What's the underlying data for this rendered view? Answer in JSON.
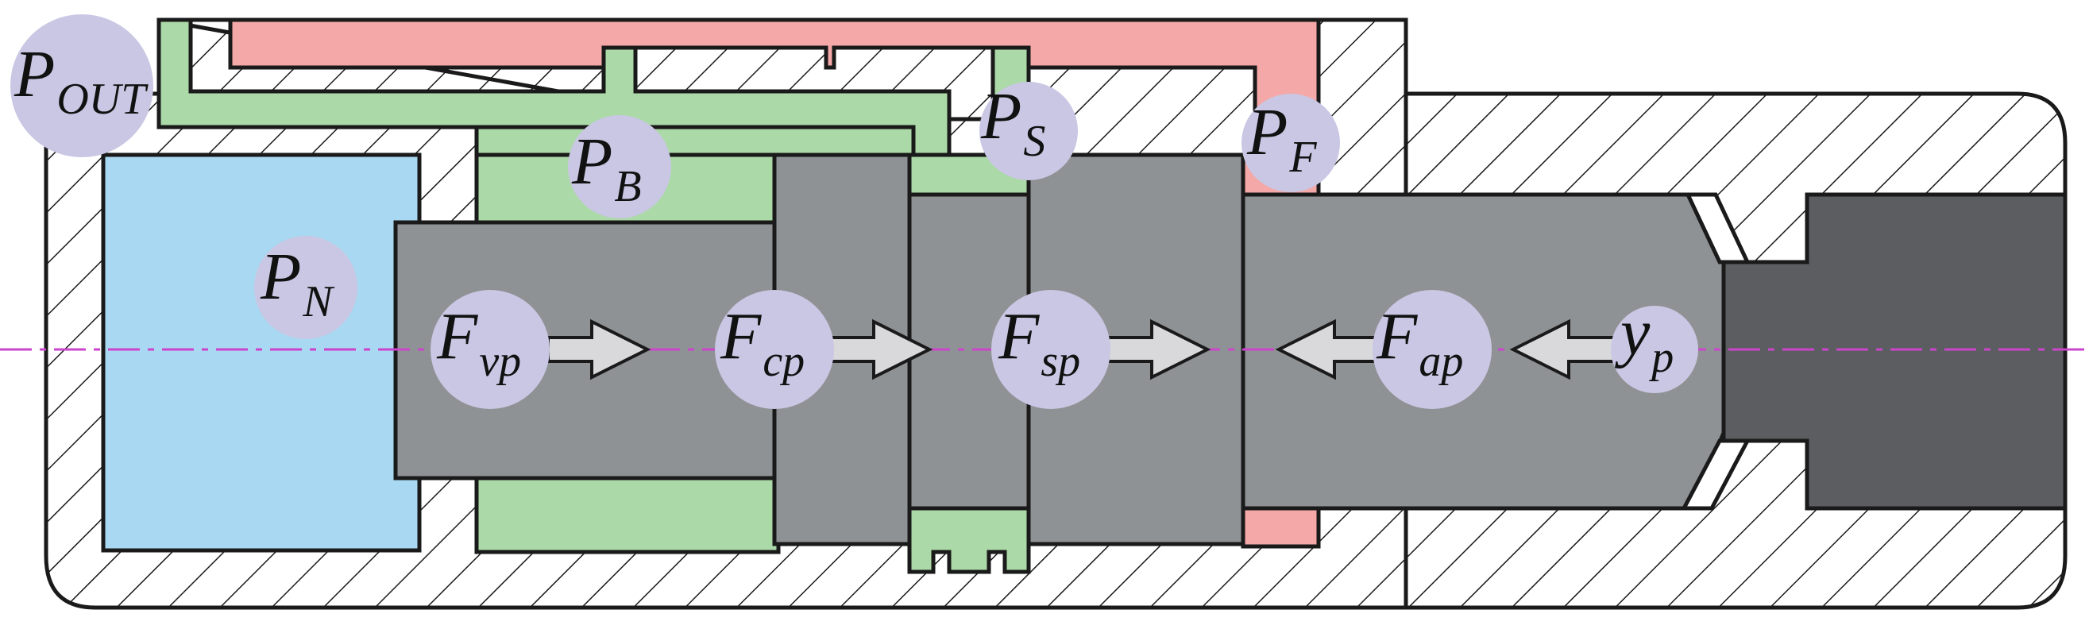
{
  "labels": {
    "p_out": {
      "main": "P",
      "sub": "OUT"
    },
    "p_b": {
      "main": "P",
      "sub": "B"
    },
    "p_s": {
      "main": "P",
      "sub": "S"
    },
    "p_f": {
      "main": "P",
      "sub": "F"
    },
    "p_n": {
      "main": "P",
      "sub": "N"
    },
    "f_vp": {
      "main": "F",
      "sub": "vp"
    },
    "f_cp": {
      "main": "F",
      "sub": "cp"
    },
    "f_sp": {
      "main": "F",
      "sub": "sp"
    },
    "f_ap": {
      "main": "F",
      "sub": "ap"
    },
    "y_p": {
      "main": "y",
      "sub": "p"
    }
  },
  "colors": {
    "housing_hatch": "#1a1a1a",
    "cavity_blue": "#a9d8f2",
    "channel_green": "#acd9a8",
    "channel_pink": "#f4a8a8",
    "spool_gray": "#8f9295",
    "piston_dark": "#5c5d60",
    "label_circle": "#c9c7e3",
    "centerline": "#cc44cc"
  }
}
